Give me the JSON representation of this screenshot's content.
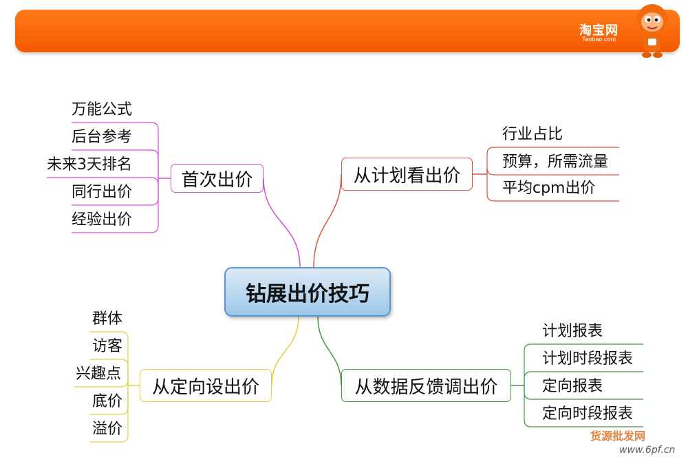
{
  "header": {
    "logo_text": "淘宝网",
    "logo_sub": "Taobao.com"
  },
  "center": {
    "label": "钻展出价技巧"
  },
  "branches": [
    {
      "label": "首次出价",
      "color": "#d44dd4",
      "leaves": [
        "万能公式",
        "后台参考",
        "未来3天排名",
        "同行出价",
        "经验出价"
      ]
    },
    {
      "label": "从计划看出价",
      "color": "#d9543f",
      "leaves": [
        "行业占比",
        "预算，所需流量",
        "平均cpm出价"
      ]
    },
    {
      "label": "从定向设出价",
      "color": "#e6cf3a",
      "leaves": [
        "群体",
        "访客",
        "兴趣点",
        "底价",
        "溢价"
      ]
    },
    {
      "label": "从数据反馈调出价",
      "color": "#3f9a3f",
      "leaves": [
        "计划报表",
        "计划时段报表",
        "定向报表",
        "定向时段报表"
      ]
    }
  ],
  "watermark": {
    "text": "货源批发网",
    "url": "www.6pf.cn"
  }
}
